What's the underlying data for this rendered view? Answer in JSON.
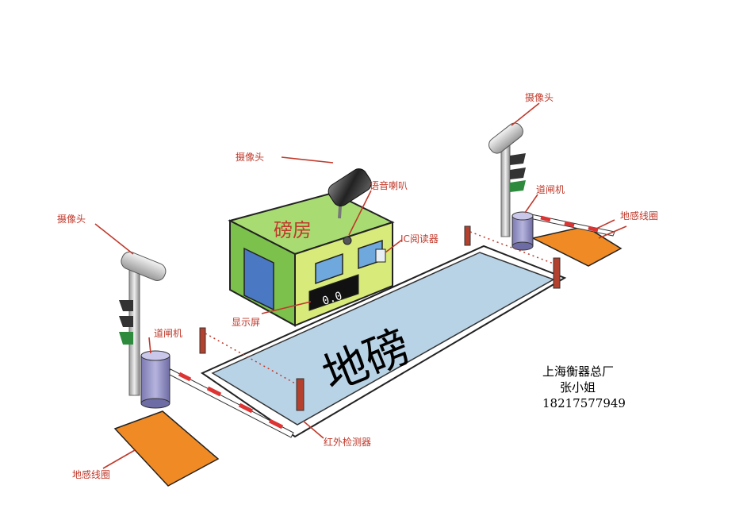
{
  "scale_label": "地磅",
  "booth": {
    "name": "磅房",
    "display_value": "0.0"
  },
  "labels": {
    "camera_top_right": "摄像头",
    "camera_booth": "摄像头",
    "camera_left": "摄像头",
    "speaker": "语音喇叭",
    "ic_reader": "IC阅读器",
    "gate_right": "道闸机",
    "gate_left": "道闸机",
    "loop_right": "地感线圈",
    "loop_left": "地感线圈",
    "display_screen": "显示屏",
    "ir_detector": "红外检测器"
  },
  "contact": {
    "company": "上海衡器总厂",
    "person": "张小姐",
    "phone": "18217577949"
  },
  "colors": {
    "label": "#c0392b",
    "platform": "#b9d3e6",
    "booth_green": "#8ecf5a",
    "loop_orange": "#f08a24",
    "gate_purple": "#8e8cc0",
    "window_blue": "#6fa8dc"
  }
}
